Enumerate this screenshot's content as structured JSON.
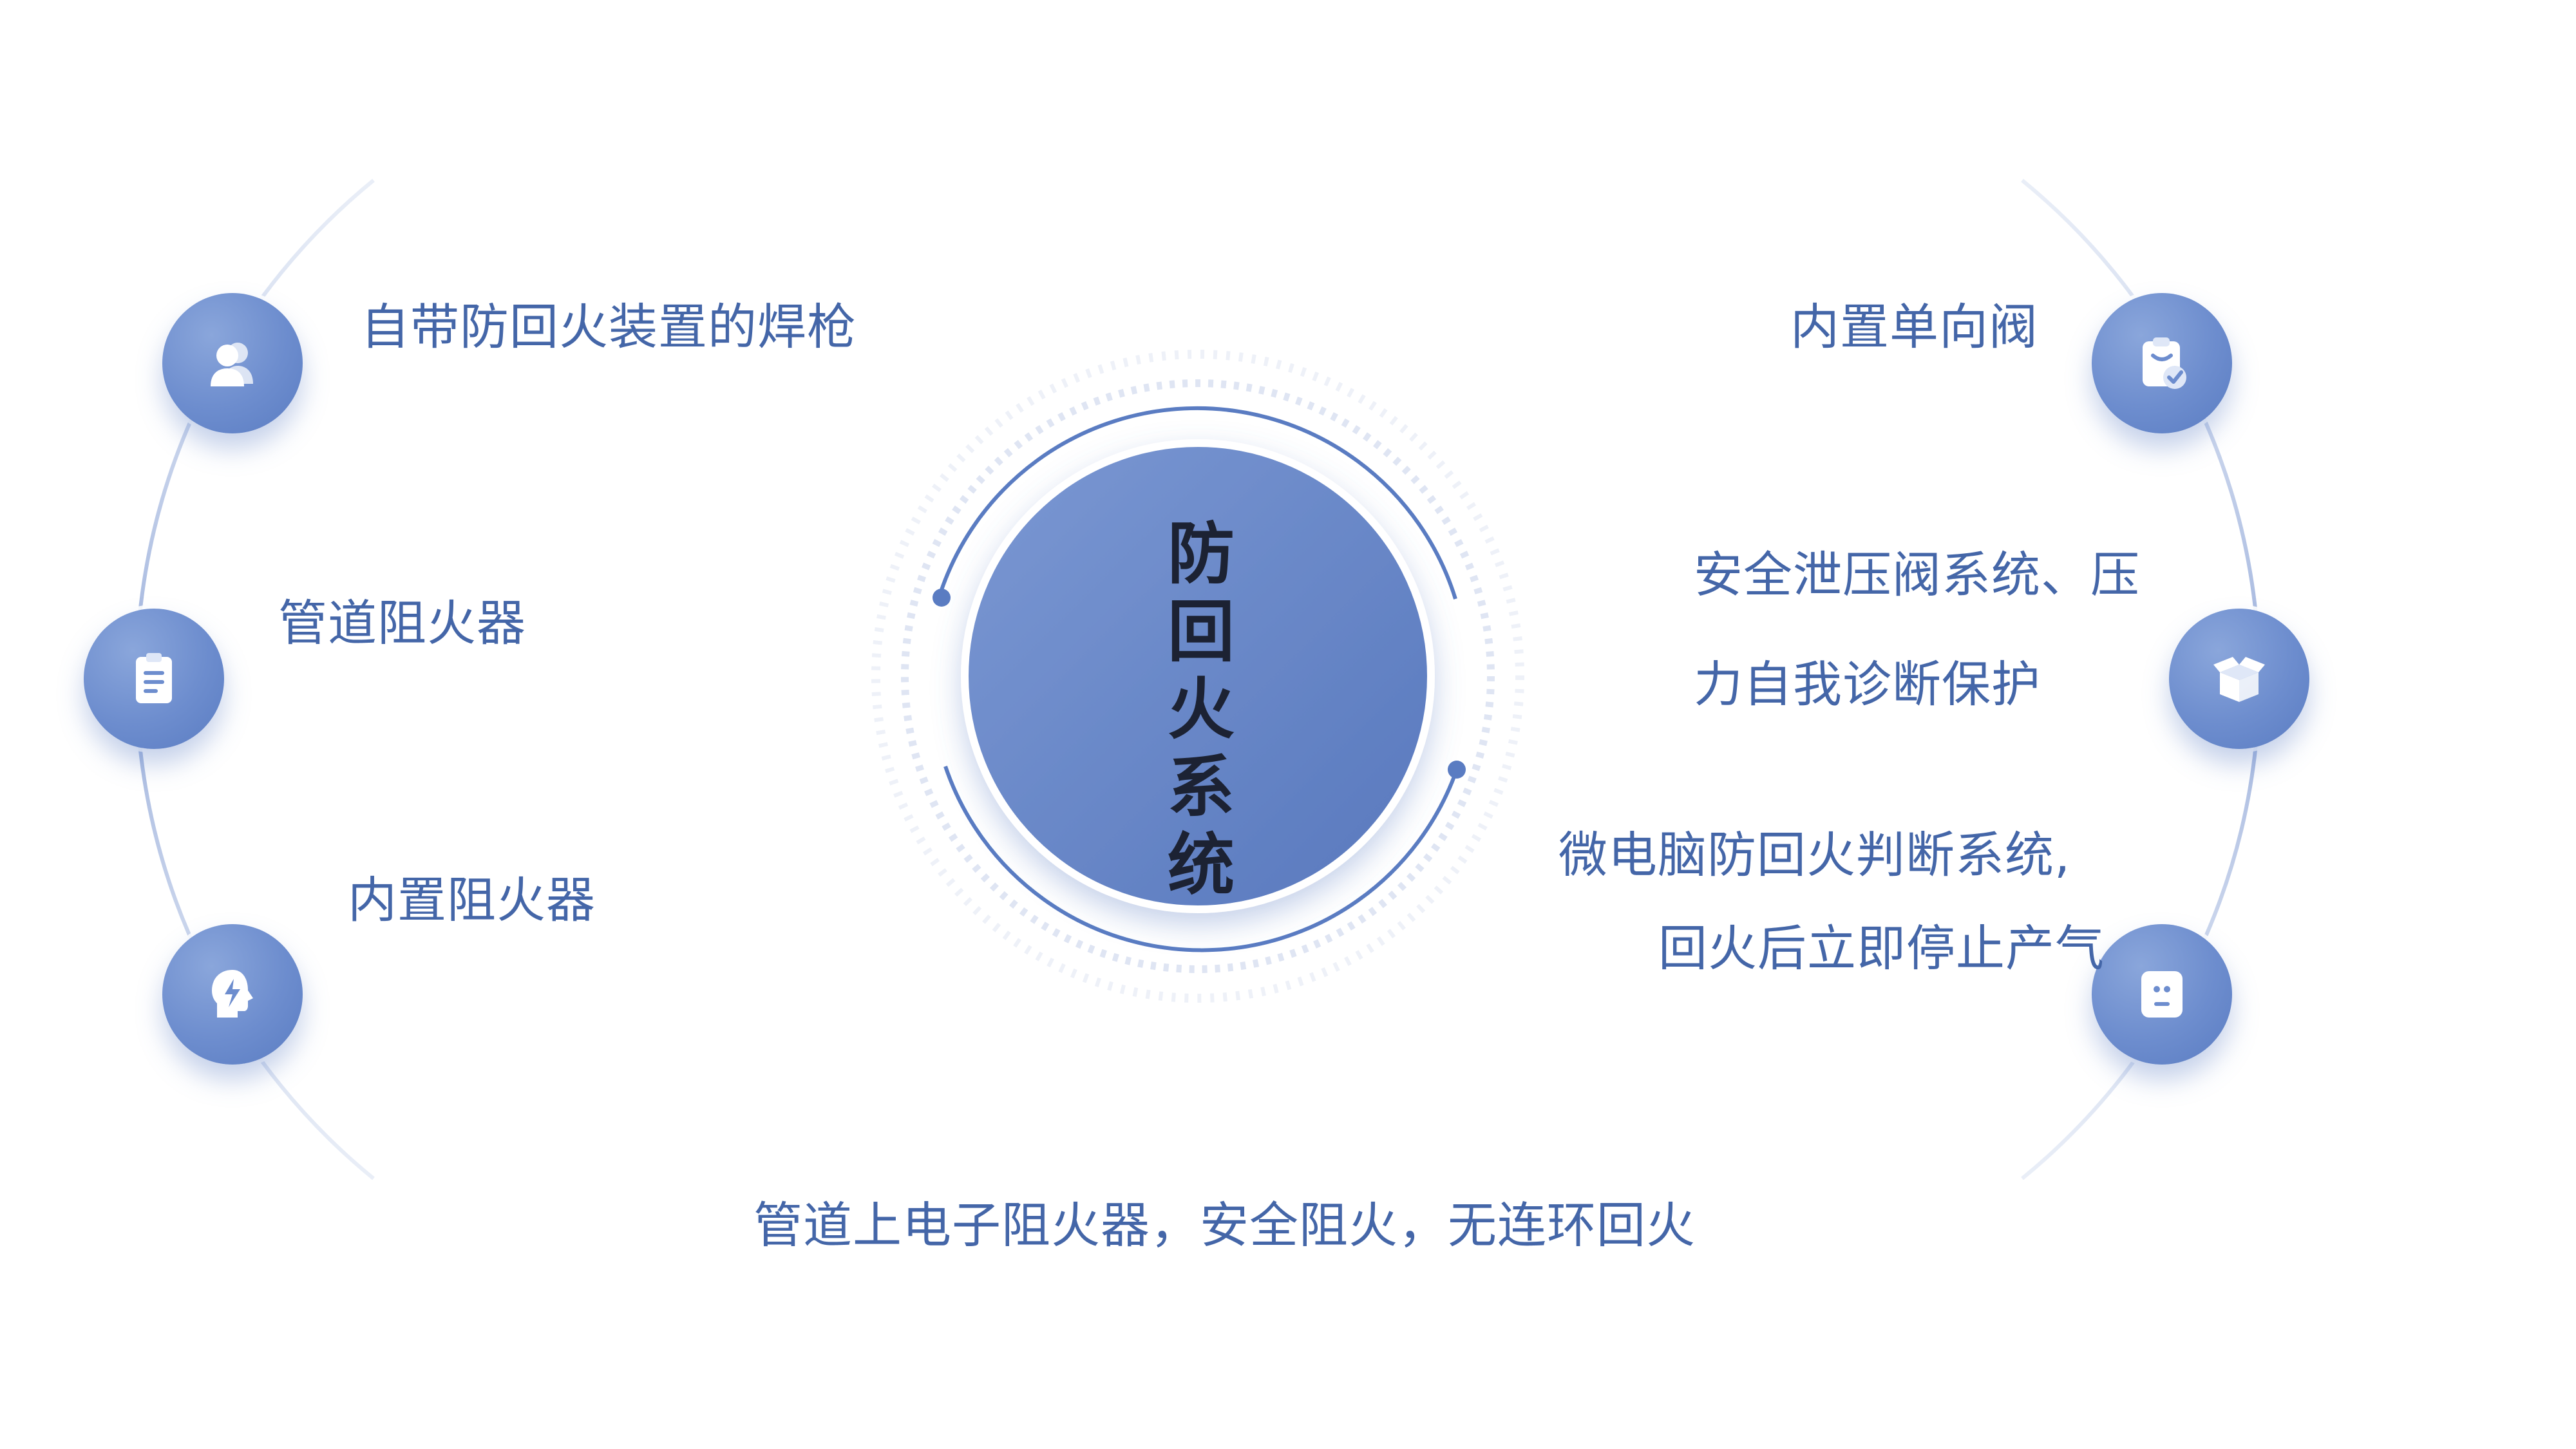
{
  "center": {
    "title": "防回火系统"
  },
  "left_items": [
    {
      "label": "自带防回火装置的焊枪",
      "icon": "users-icon"
    },
    {
      "label": "管道阻火器",
      "icon": "clipboard-icon"
    },
    {
      "label": "内置阻火器",
      "icon": "head-lightning-icon"
    }
  ],
  "right_items": [
    {
      "label": "内置单向阀",
      "icon": "clipboard-check-icon"
    },
    {
      "label_line1": "安全泄压阀系统、压",
      "label_line2": "力自我诊断保护",
      "icon": "open-box-icon"
    },
    {
      "label_line1": "微电脑防回火判断系统,",
      "label_line2": "回火后立即停止产气",
      "icon": "device-icon"
    }
  ],
  "bottom": {
    "label": "管道上电子阻火器，安全阻火，无连环回火"
  },
  "colors": {
    "accent": "#5a7cc2",
    "text": "#4466a8",
    "arc": "#b9c7e4"
  }
}
